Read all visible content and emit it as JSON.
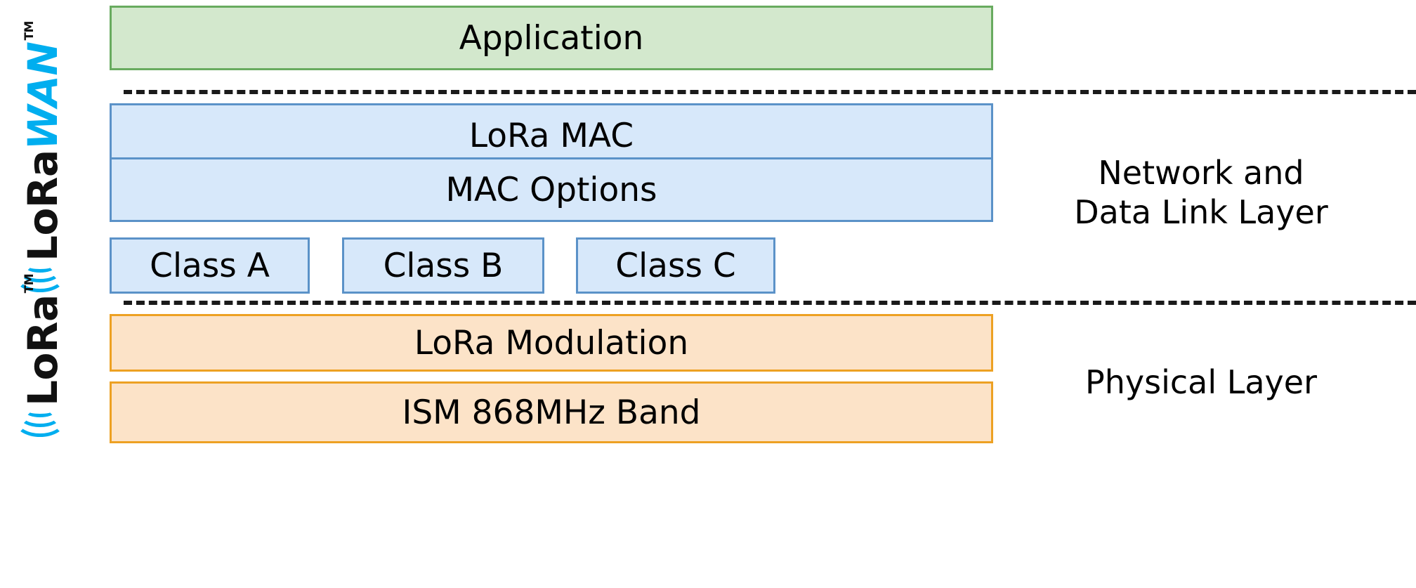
{
  "diagram": {
    "title": "LoRaWAN protocol stack",
    "layers": [
      {
        "id": "application",
        "label": "Application",
        "color": "green"
      },
      {
        "id": "lora-mac",
        "label": "LoRa MAC",
        "color": "blue"
      },
      {
        "id": "mac-options",
        "label": "MAC Options",
        "color": "blue"
      },
      {
        "id": "class-a",
        "label": "Class A",
        "color": "blue"
      },
      {
        "id": "class-b",
        "label": "Class B",
        "color": "blue"
      },
      {
        "id": "class-c",
        "label": "Class C",
        "color": "blue"
      },
      {
        "id": "lora-modulation",
        "label": "LoRa Modulation",
        "color": "orange"
      },
      {
        "id": "ism-band",
        "label": "ISM 868MHz Band",
        "color": "orange"
      }
    ],
    "side_labels": [
      {
        "id": "network-data-link",
        "line1": "Network and",
        "line2": "Data Link Layer"
      },
      {
        "id": "physical",
        "line1": "Physical Layer",
        "line2": ""
      }
    ],
    "logos": [
      {
        "id": "lorawan",
        "prefix": "LoRa",
        "accent": "WAN",
        "tm": "TM"
      },
      {
        "id": "lora",
        "prefix": "LoRa",
        "accent": "",
        "tm": "TM"
      }
    ],
    "colors": {
      "green_fill": "#d3e8cd",
      "green_border": "#68ab5f",
      "blue_fill": "#d7e8fa",
      "blue_border": "#5b92c8",
      "orange_fill": "#fce3c8",
      "orange_border": "#eda123",
      "accent_cyan": "#00aeef",
      "divider": "#1a1a1a",
      "background": "#ffffff"
    }
  }
}
